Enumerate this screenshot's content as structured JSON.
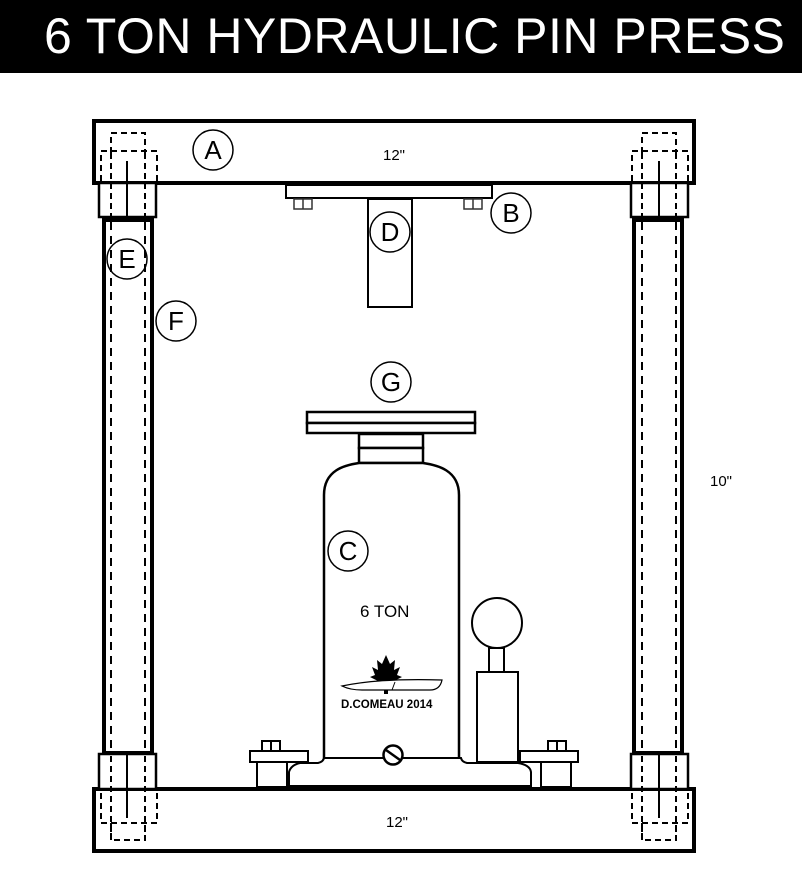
{
  "title": "6 TON HYDRAULIC PIN PRESS",
  "dimensions": {
    "top_width": "12\"",
    "bottom_width": "12\"",
    "height": "10\""
  },
  "callouts": {
    "a": "A",
    "b": "B",
    "c": "C",
    "d": "D",
    "e": "E",
    "f": "F",
    "g": "G"
  },
  "jack": {
    "capacity_label": "6 TON",
    "maker_mark": "D.COMEAU 2014"
  },
  "colors": {
    "title_bg": "#000000",
    "title_fg": "#ffffff",
    "line": "#000000",
    "fill": "#ffffff"
  }
}
